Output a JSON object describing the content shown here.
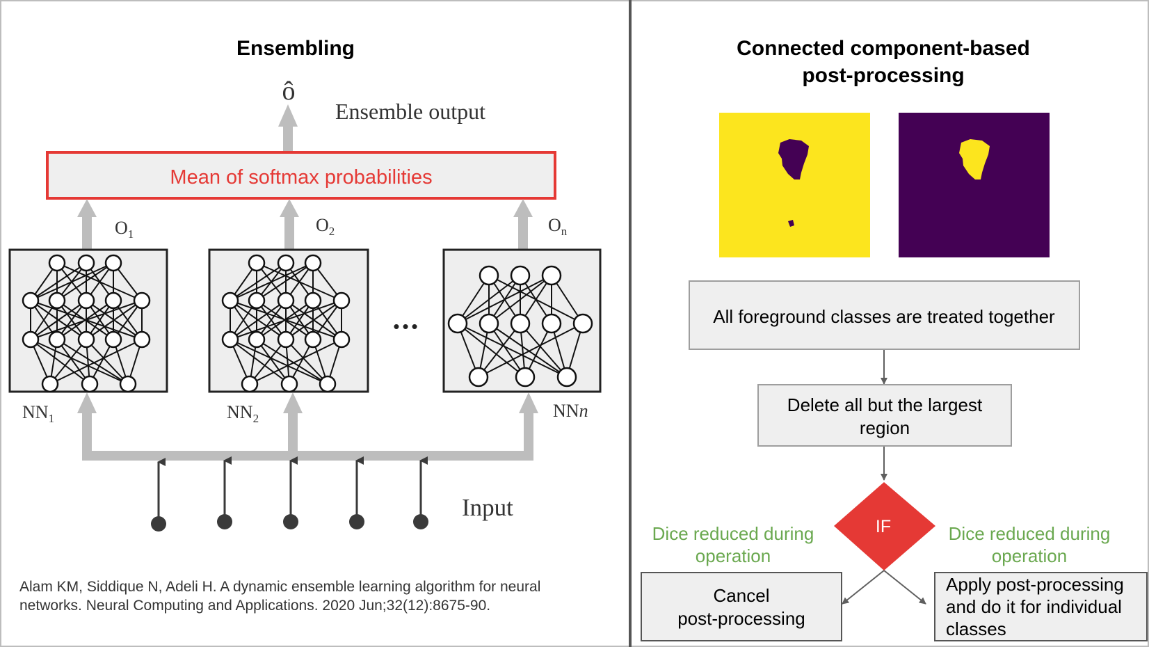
{
  "left": {
    "title": "Ensembling",
    "ensemble_output_symbol": "ô",
    "ensemble_output_label": "Ensemble output",
    "mean_box_label": "Mean of softmax probabilities",
    "outputs": [
      {
        "base": "O",
        "sub": "1"
      },
      {
        "base": "O",
        "sub": "2"
      },
      {
        "base": "O",
        "sub": "n"
      }
    ],
    "networks": [
      {
        "base": "NN",
        "sub": "1"
      },
      {
        "base": "NN",
        "sub": "2"
      },
      {
        "base": "NN",
        "sub": "n"
      }
    ],
    "ellipsis": "•••",
    "input_label": "Input",
    "citation_line1": "Alam KM, Siddique N, Adeli H. A dynamic ensemble learning algorithm for neural",
    "citation_line2": "networks. Neural Computing and Applications. 2020 Jun;32(12):8675-90."
  },
  "right": {
    "title_line1": "Connected component-based",
    "title_line2": "post-processing",
    "box_all_foreground": "All foreground classes are treated together",
    "box_delete_line1": "Delete all but the largest",
    "box_delete_line2": "region",
    "decision_label": "IF",
    "left_condition_line1": "Dice reduced during",
    "left_condition_line2": "operation",
    "right_condition_line1": "Dice reduced during",
    "right_condition_line2": "operation",
    "cancel_line1": "Cancel",
    "cancel_line2": "post-processing",
    "apply_line1": "Apply post-processing",
    "apply_line2": "and do it for individual",
    "apply_line3": "classes"
  },
  "colors": {
    "red_accent": "#e53935",
    "green_text": "#6aa84f",
    "yellow_mask": "#fce51e",
    "purple_mask": "#440154",
    "box_fill": "#efefef",
    "arrow_gray": "#bdbdbd"
  }
}
